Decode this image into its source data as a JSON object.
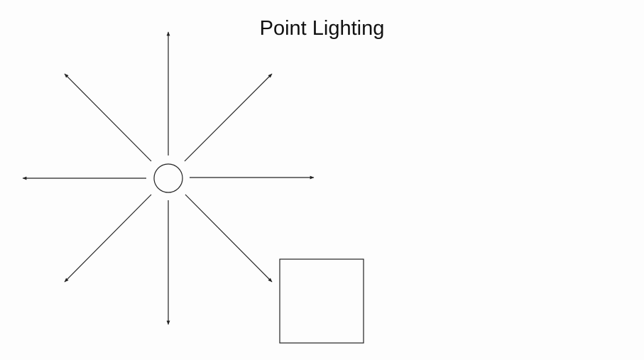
{
  "title": "Point Lighting",
  "colors": {
    "background": "#fdfdfd",
    "stroke": "#222222",
    "text": "#111111"
  },
  "diagram": {
    "light_source": "point-light-circle",
    "rays": [
      {
        "direction": "north"
      },
      {
        "direction": "north-east"
      },
      {
        "direction": "east"
      },
      {
        "direction": "south-east"
      },
      {
        "direction": "south"
      },
      {
        "direction": "south-west"
      },
      {
        "direction": "west"
      },
      {
        "direction": "north-west"
      }
    ],
    "object": "lit-square"
  }
}
